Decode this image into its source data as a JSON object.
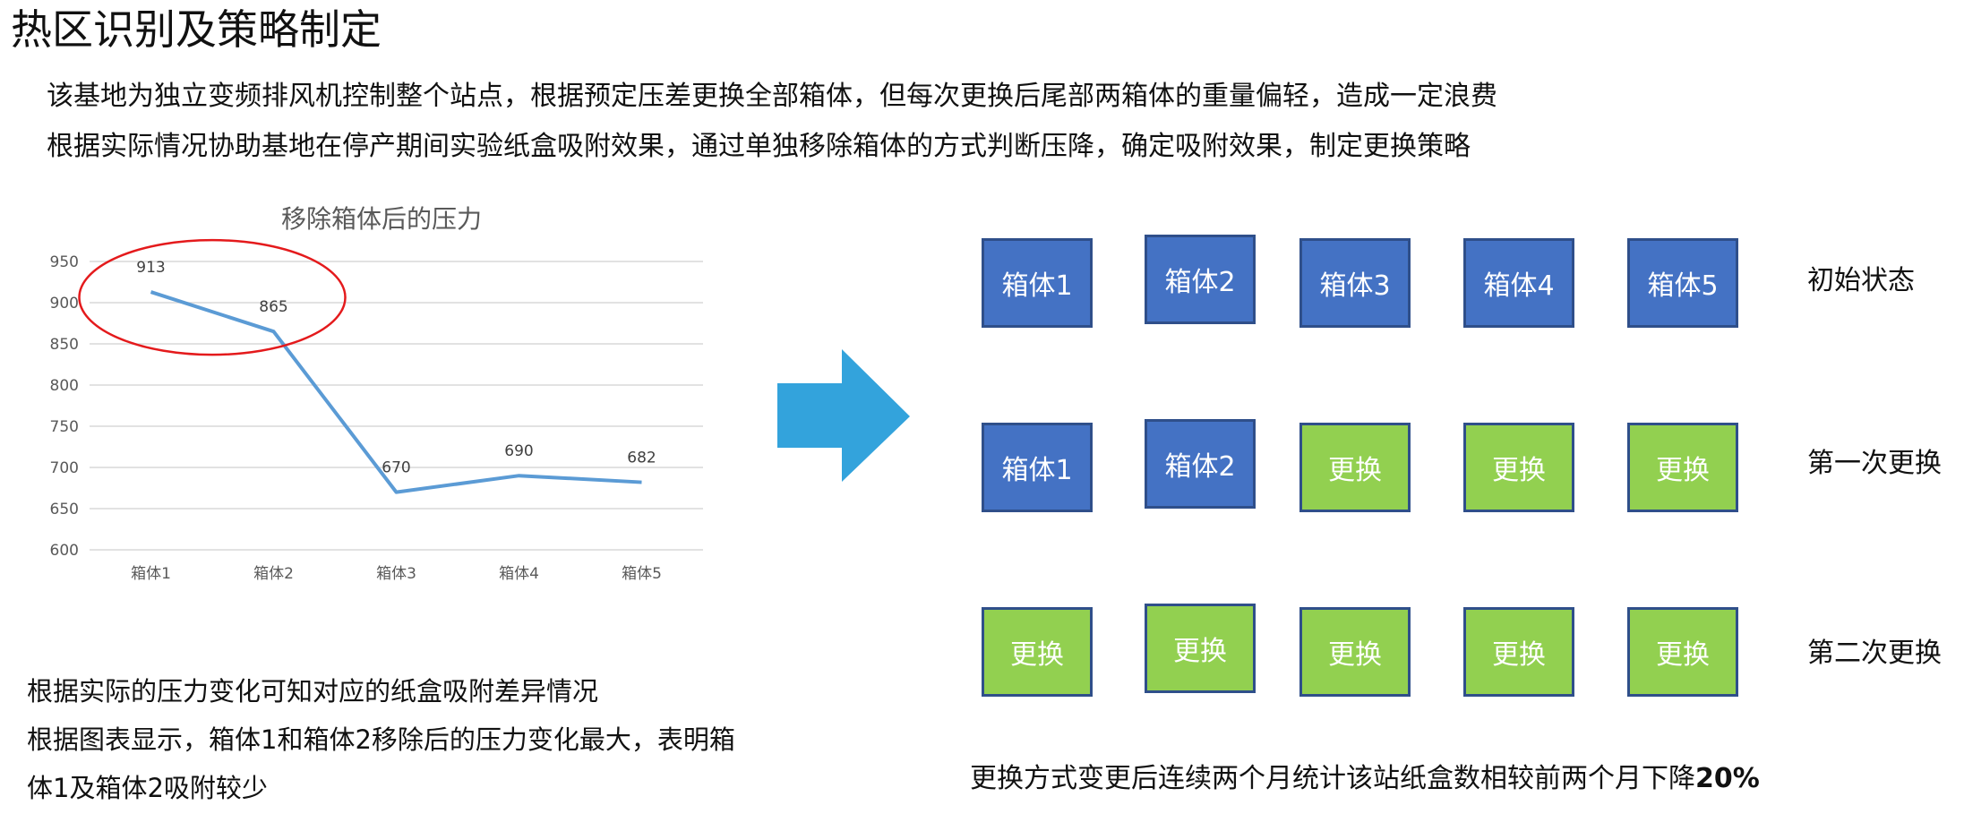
{
  "title": "热区识别及策略制定",
  "intro": [
    "该基地为独立变频排风机控制整个站点，根据预定压差更换全部箱体，但每次更换后尾部两箱体的重量偏轻，造成一定浪费",
    "根据实际情况协助基地在停产期间实验纸盒吸附效果，通过单独移除箱体的方式判断压降，确定吸附效果，制定更换策略"
  ],
  "chart_data": {
    "type": "line",
    "title": "移除箱体后的压力",
    "categories": [
      "箱体1",
      "箱体2",
      "箱体3",
      "箱体4",
      "箱体5"
    ],
    "values": [
      913,
      865,
      670,
      690,
      682
    ],
    "data_labels": [
      "913",
      "865",
      "670",
      "690",
      "682"
    ],
    "ylim": [
      600,
      950
    ],
    "yticks": [
      "600",
      "650",
      "700",
      "750",
      "800",
      "850",
      "900",
      "950"
    ],
    "ytick_values": [
      600,
      650,
      700,
      750,
      800,
      850,
      900,
      950
    ],
    "line_color": "#5b9bd5",
    "grid": true,
    "highlight_color": "#e41a1c",
    "highlight_categories": [
      "箱体1",
      "箱体2"
    ]
  },
  "notes": [
    "根据实际的压力变化可知对应的纸盒吸附差异情况",
    "根据图表显示，箱体1和箱体2移除后的压力变化最大，表明箱",
    "体1及箱体2吸附较少"
  ],
  "arrow_color": "#33a3dc",
  "colors": {
    "original": "#4472c4",
    "replaced": "#92d050",
    "border": "#2f4f8a"
  },
  "rows": [
    {
      "label": "初始状态",
      "boxes": [
        "箱体1",
        "箱体2",
        "箱体3",
        "箱体4",
        "箱体5"
      ],
      "state": [
        "original",
        "original",
        "original",
        "original",
        "original"
      ]
    },
    {
      "label": "第一次更换",
      "boxes": [
        "箱体1",
        "箱体2",
        "更换",
        "更换",
        "更换"
      ],
      "state": [
        "original",
        "original",
        "replaced",
        "replaced",
        "replaced"
      ]
    },
    {
      "label": "第二次更换",
      "boxes": [
        "更换",
        "更换",
        "更换",
        "更换",
        "更换"
      ],
      "state": [
        "replaced",
        "replaced",
        "replaced",
        "replaced",
        "replaced"
      ]
    }
  ],
  "summary": {
    "text": "更换方式变更后连续两个月统计该站纸盒数相较前两个月下降",
    "highlight": "20%"
  }
}
